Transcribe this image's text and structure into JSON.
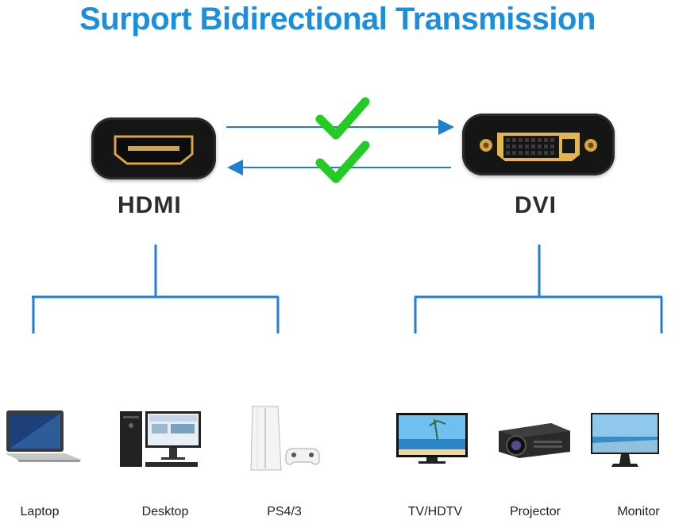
{
  "title": "Surport Bidirectional Transmission",
  "connectors": {
    "left": "HDMI",
    "right": "DVI"
  },
  "devices": {
    "laptop": "Laptop",
    "desktop": "Desktop",
    "ps": "PS4/3",
    "tv": "TV/HDTV",
    "projector": "Projector",
    "monitor": "Monitor"
  },
  "colors": {
    "title": "#1a8fe0",
    "lines": "#1f7fd0",
    "check": "#22cc22",
    "connector_body": "#151515",
    "gold": "#d9a441"
  }
}
